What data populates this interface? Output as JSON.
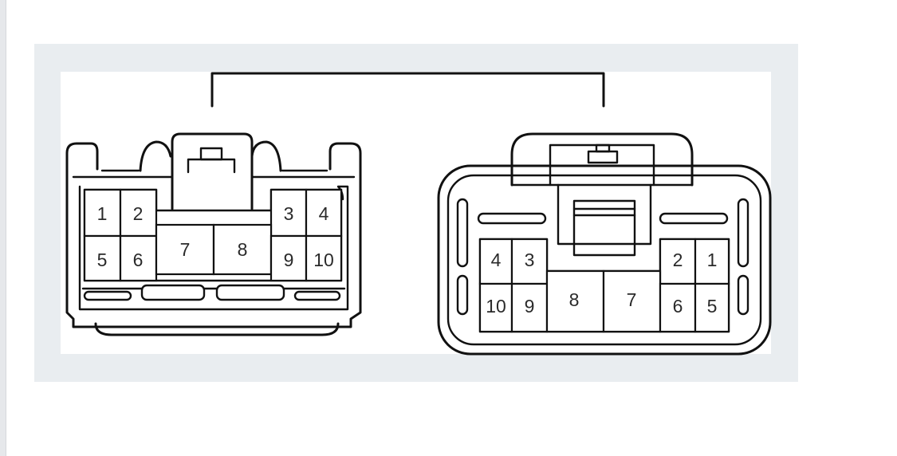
{
  "connector_left": {
    "pins": {
      "p1": "1",
      "p2": "2",
      "p3": "3",
      "p4": "4",
      "p5": "5",
      "p6": "6",
      "p7": "7",
      "p8": "8",
      "p9": "9",
      "p10": "10"
    }
  },
  "connector_right": {
    "pins": {
      "p1": "1",
      "p2": "2",
      "p3": "3",
      "p4": "4",
      "p5": "5",
      "p6": "6",
      "p7": "7",
      "p8": "8",
      "p9": "9",
      "p10": "10"
    }
  },
  "colors": {
    "line": "#111111",
    "frame_background": "#e9edf0",
    "diagram_background": "#ffffff"
  }
}
